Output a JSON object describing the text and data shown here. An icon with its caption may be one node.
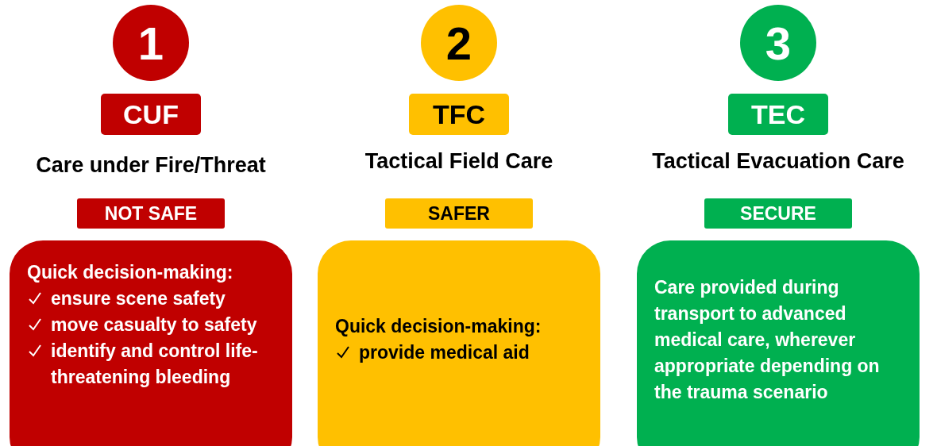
{
  "diagram": {
    "nodes": [
      {
        "text": [
          "1"
        ]
      },
      {
        "text": [
          "2"
        ]
      },
      {
        "text": [
          "3"
        ]
      },
      {
        "text": [
          "CUF"
        ]
      },
      {
        "text": [
          "TFC"
        ]
      },
      {
        "text": [
          "TEC"
        ]
      },
      {
        "text": [
          "NOT SAFE"
        ]
      },
      {
        "text": [
          "SAFER"
        ]
      },
      {
        "text": [
          "SECURE"
        ]
      },
      {
        "text": [
          "Quick decision-making:",
          "ensure scene safety",
          "move casualty to safety",
          "identify and control life-threatening bleeding"
        ]
      },
      {
        "text": [
          "Quick decision-making:",
          "provide medical aid"
        ]
      },
      {
        "text": [
          "Care provided during transport to advanced medical care, wherever appropriate depending on the trauma scenario"
        ]
      }
    ],
    "edges": [],
    "labels": [
      "Care under Fire/Threat",
      "Tactical Field Care",
      "Tactical Evacuation Care"
    ]
  }
}
